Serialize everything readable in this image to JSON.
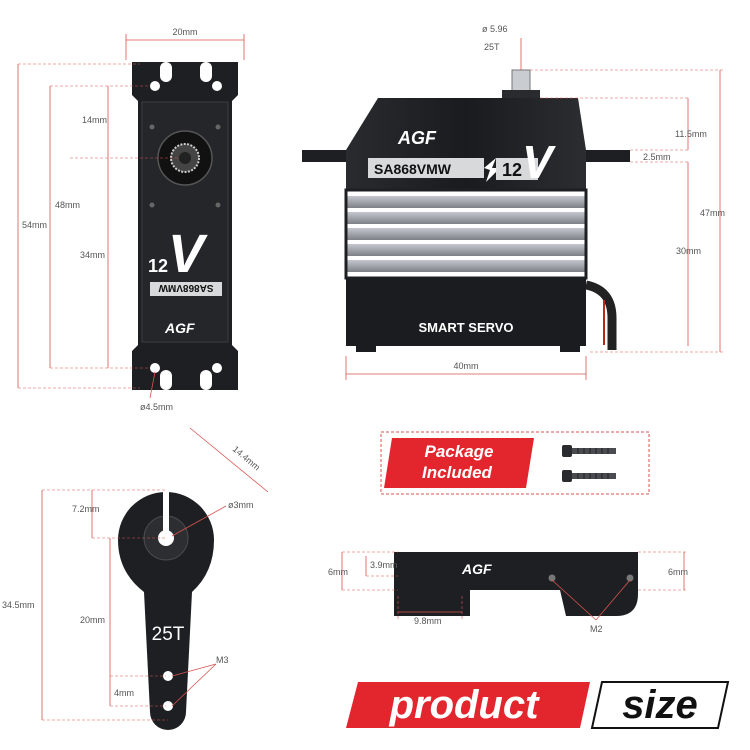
{
  "colors": {
    "accent": "#e3262e",
    "body": "#1e1f22",
    "fin": "#8c9096",
    "dimension": "#d9534f"
  },
  "top_view": {
    "width_label": "20mm",
    "h54": "54mm",
    "h48": "48mm",
    "h14": "14mm",
    "h34": "34mm",
    "hole_label": "ø4.5mm",
    "body_text_v": "V",
    "body_text_12": "12",
    "body_model": "SA868VMW",
    "logo": "AGF"
  },
  "side_view": {
    "shaft_label": "ø 5.96",
    "spline_label": "25T",
    "logo": "AGF",
    "model": "SA868VMW",
    "voltage": "12",
    "voltage_v": "V",
    "name": "SMART SERVO",
    "d11_5": "11.5mm",
    "d2_5": "2.5mm",
    "d47": "47mm",
    "d30": "30mm",
    "d40": "40mm"
  },
  "horn": {
    "d14_4": "14.4mm",
    "d7_2": "7.2mm",
    "d3": "ø3mm",
    "d34_5": "34.5mm",
    "d20": "20mm",
    "d4": "4mm",
    "m3": "M3",
    "spline": "25T"
  },
  "package": {
    "line1": "Package",
    "line2": "Included"
  },
  "bracket": {
    "d6_left": "6mm",
    "d3_9": "3.9mm",
    "d9_8": "9.8mm",
    "d6_right": "6mm",
    "m2": "M2",
    "logo": "AGF"
  },
  "banner": {
    "word1": "product",
    "word2": "size"
  }
}
